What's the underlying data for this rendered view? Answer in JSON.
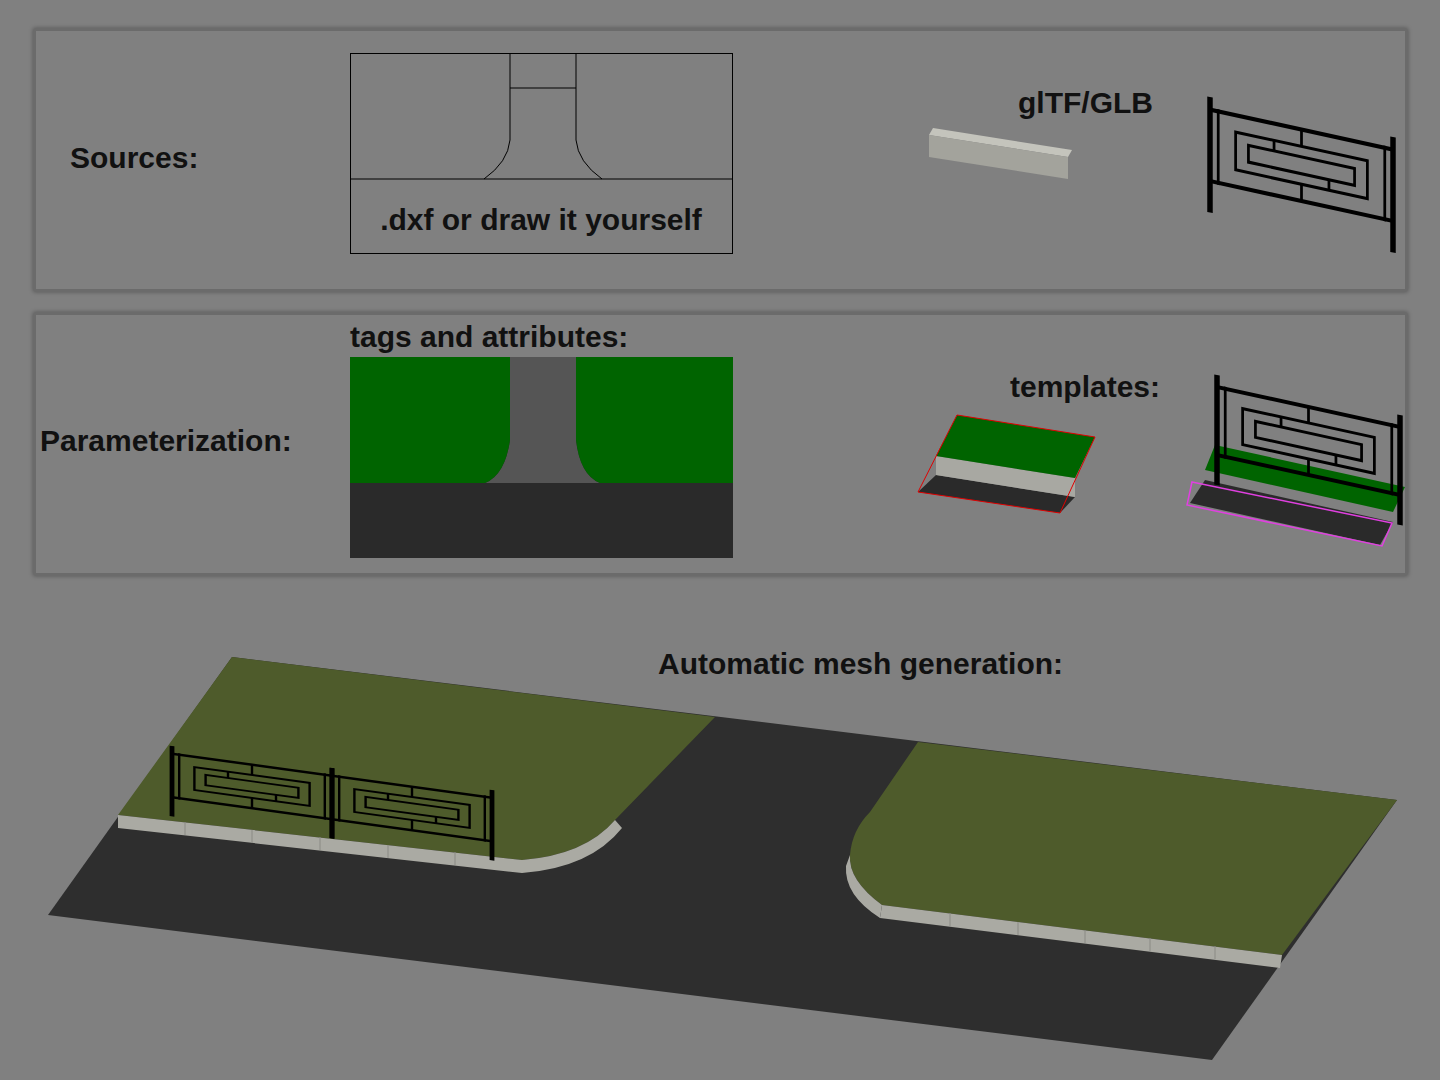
{
  "diagram": {
    "nodes": [
      {
        "text": [
          "Sources:"
        ]
      },
      {
        "text": [
          ".dxf or draw it yourself"
        ],
        "in": 0
      },
      {
        "text": [
          "Parameterization:"
        ]
      },
      {
        "text": [
          "tags and attributes:"
        ],
        "in": 2
      }
    ],
    "labels": [
      "glTF/GLB",
      "templates:",
      "Automatic mesh generation:"
    ]
  }
}
